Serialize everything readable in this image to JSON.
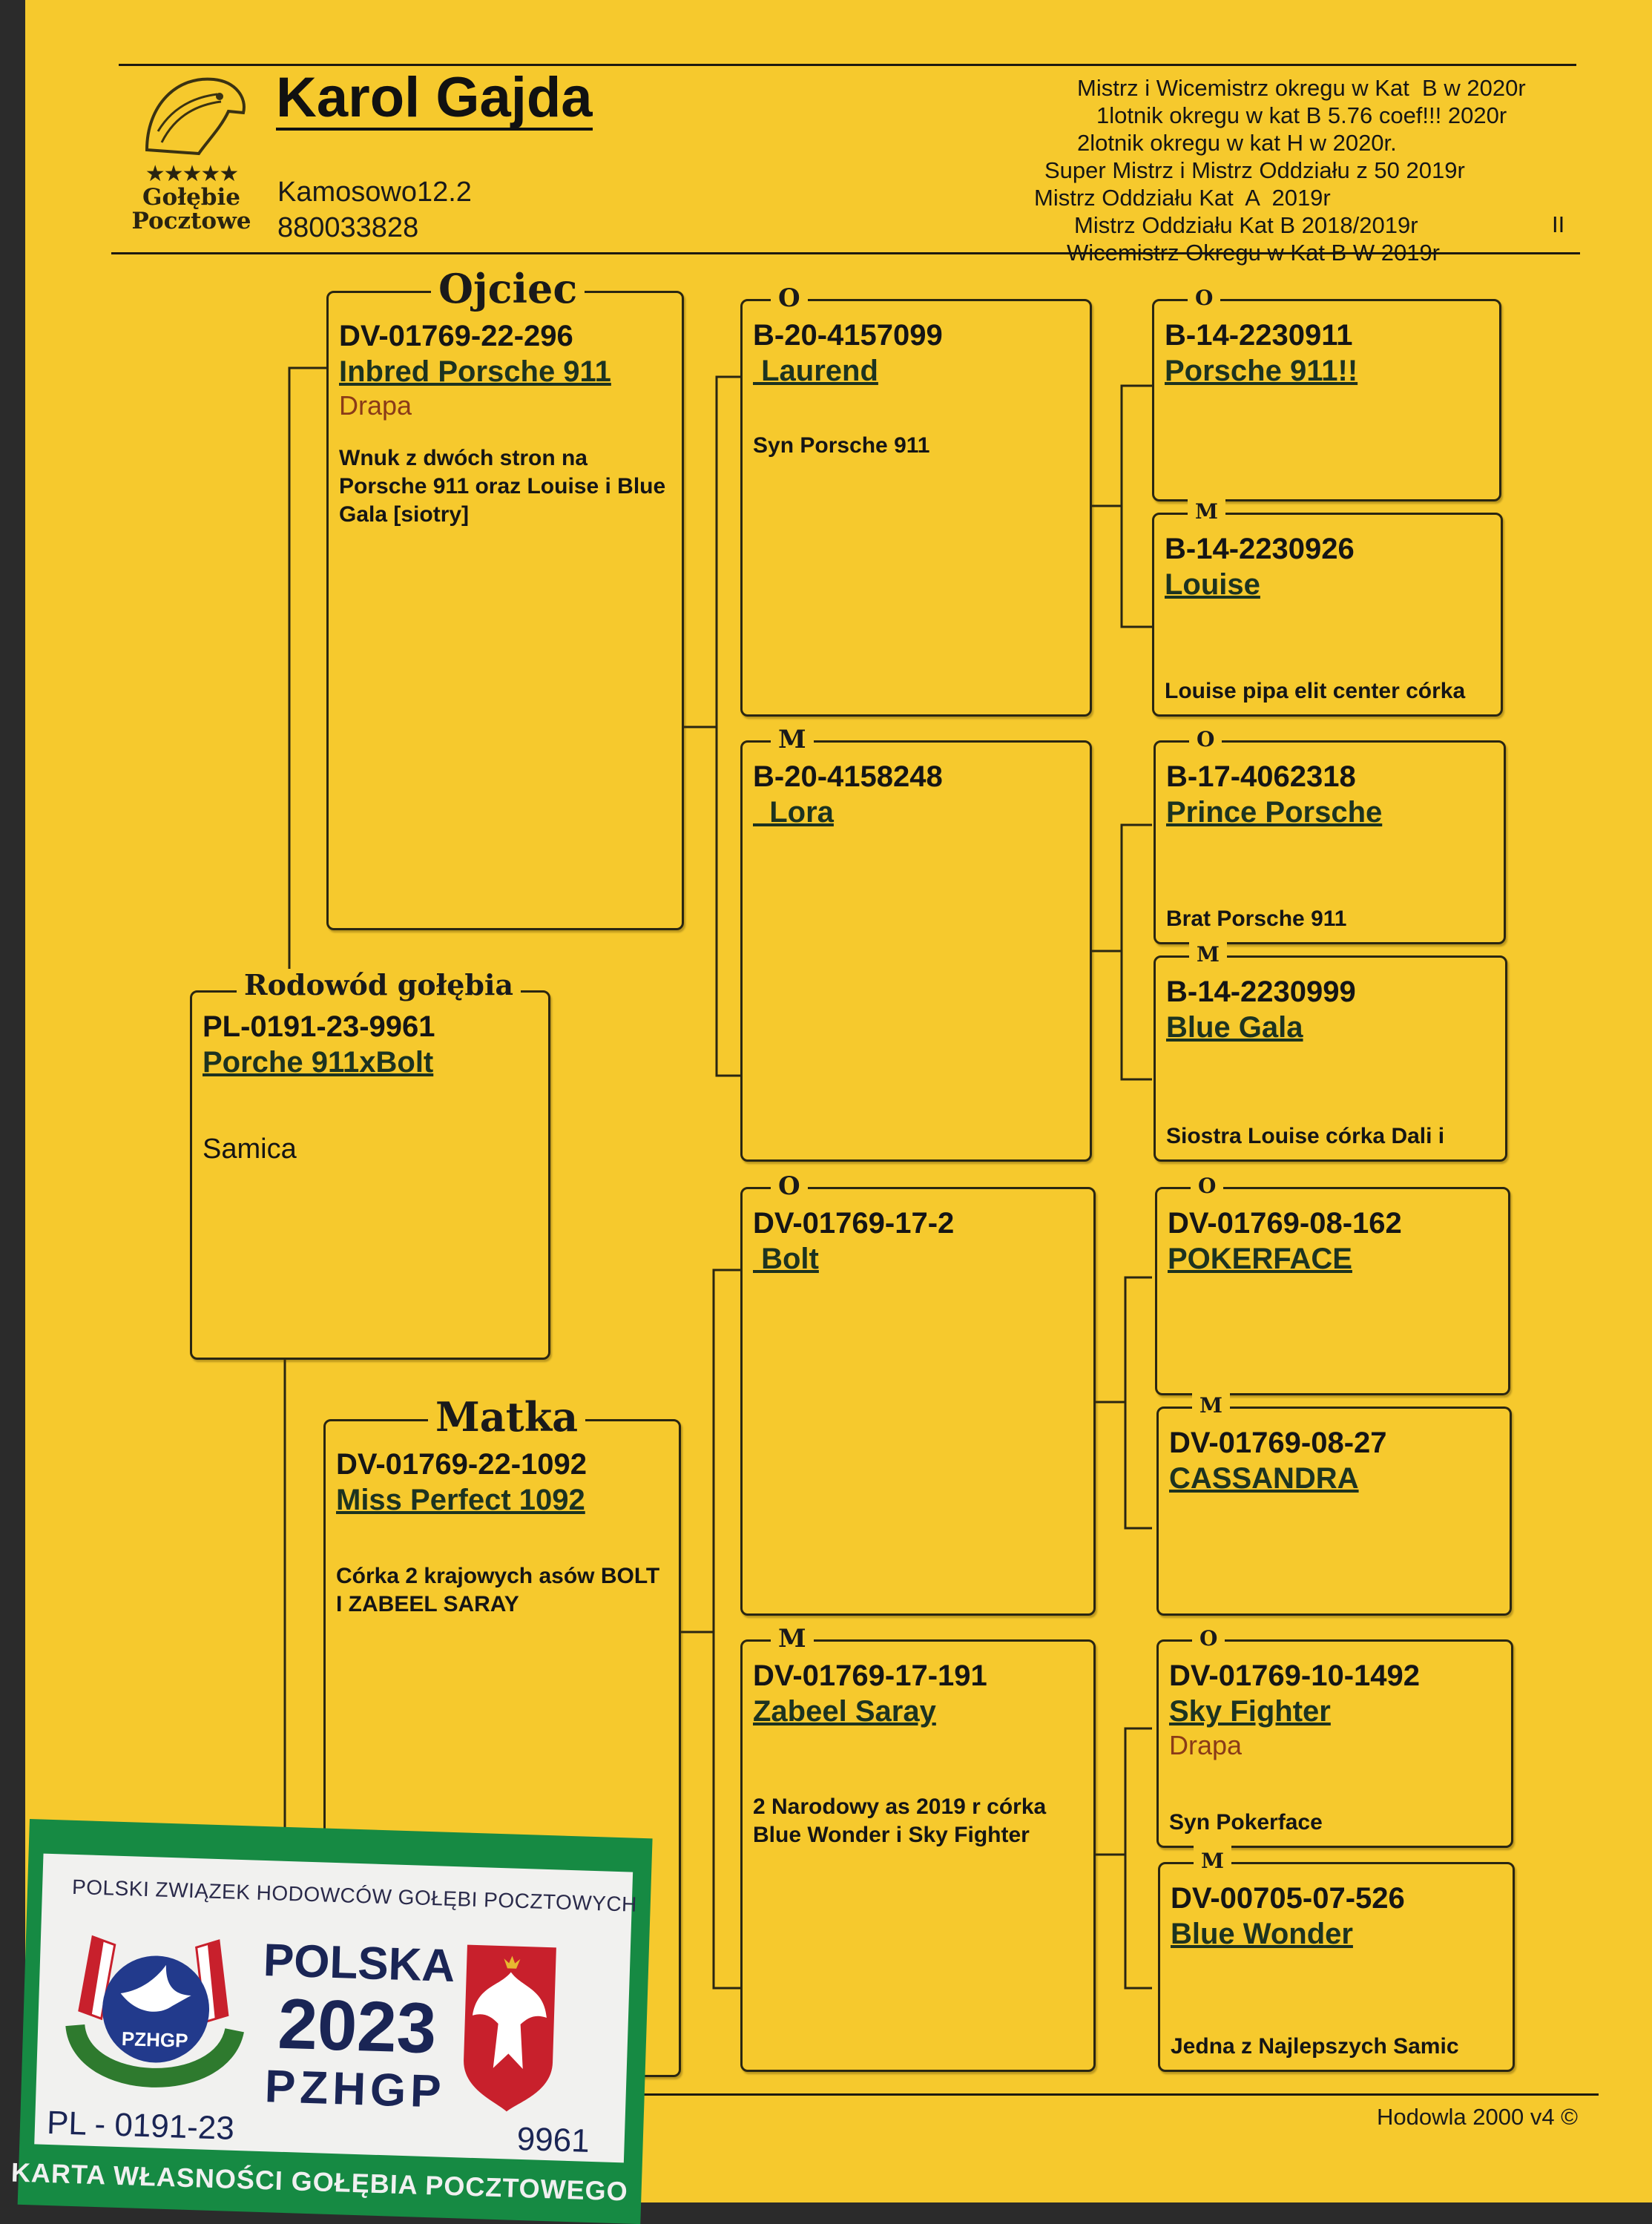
{
  "header": {
    "breeder_name": "Karol Gajda",
    "address": "Kamosowo12.2",
    "phone": "880033828",
    "logo_text": [
      "Gołębie",
      "Pocztowe"
    ],
    "logo_stars": "★★★★★",
    "achievements": [
      "Mistrz i Wicemistrz okregu w Kat  B w 2020r",
      "1lotnik okregu w kat B 5.76 coef!!! 2020r",
      "2lotnik okregu w kat H w 2020r.",
      "Super Mistrz i Mistrz Oddziału z 50 2019r",
      "Mistrz Oddziału Kat  A  2019r",
      "Mistrz Oddziału Kat B 2018/2019r",
      "Wicemistrz Okregu w Kat B W 2019r"
    ],
    "mark": "II"
  },
  "pedigree": {
    "root": {
      "label": "Rodowód gołębia",
      "ring": "PL-0191-23-9961",
      "name": "Porche 911xBolt",
      "note": "Samica"
    },
    "father": {
      "label": "Ojciec",
      "ring": "DV-01769-22-296",
      "name": "Inbred Porsche 911",
      "color": "Drapa",
      "note": "Wnuk z dwóch stron na Porsche 911 oraz Louise i Blue Gala [siotry]"
    },
    "mother": {
      "label": "Matka",
      "ring": "DV-01769-22-1092",
      "name": "Miss Perfect 1092",
      "note": "Córka 2 krajowych asów BOLT I ZABEEL SARAY"
    },
    "ff": {
      "label": "O",
      "ring": "B-20-4157099",
      "name": " Laurend",
      "note": "Syn Porsche 911"
    },
    "fm": {
      "label": "M",
      "ring": "B-20-4158248",
      "name": "  Lora",
      "note": ""
    },
    "mf": {
      "label": "O",
      "ring": "DV-01769-17-2",
      "name": " Bolt",
      "note": ""
    },
    "mm": {
      "label": "M",
      "ring": "DV-01769-17-191",
      "name": "Zabeel Saray",
      "note": "2 Narodowy as 2019 r  córka Blue Wonder i Sky Fighter"
    },
    "fff": {
      "label": "O",
      "ring": "B-14-2230911",
      "name": "Porsche 911!!",
      "note": ""
    },
    "ffm": {
      "label": "M",
      "ring": "B-14-2230926",
      "name": "Louise",
      "note": "Louise pipa elit center córka"
    },
    "fmf": {
      "label": "O",
      "ring": "B-17-4062318",
      "name": "Prince Porsche",
      "note": "Brat Porsche 911"
    },
    "fmm": {
      "label": "M",
      "ring": "B-14-2230999",
      "name": "Blue Gala",
      "note": "Siostra Louise córka Dali i"
    },
    "mff": {
      "label": "O",
      "ring": "DV-01769-08-162",
      "name": "POKERFACE",
      "note": ""
    },
    "mfm": {
      "label": "M",
      "ring": "DV-01769-08-27",
      "name": "CASSANDRA",
      "note": ""
    },
    "mmf": {
      "label": "O",
      "ring": "DV-01769-10-1492",
      "name": "Sky Fighter",
      "color": "Drapa",
      "note": "Syn Pokerface"
    },
    "mmm": {
      "label": "M",
      "ring": "DV-00705-07-526",
      "name": "Blue Wonder",
      "note": "Jedna z Najlepszych Samic"
    }
  },
  "footer": {
    "software": "Hodowla 2000 v4 ©"
  },
  "card": {
    "org": "POLSKI ZWIĄZEK HODOWCÓW GOŁĘBI POCZTOWYCH",
    "country": "POLSKA",
    "year": "2023",
    "union": "PZHGP",
    "emblem_text": "PZHGP",
    "ring_prefix": "PL - 0191-23",
    "ring_number": "9961",
    "title": "KARTA  WŁASNOŚCI GOŁĘBIA POCZTOWEGO"
  },
  "colors": {
    "paper": "#f6c92d",
    "card_green": "#168a43",
    "card_blue": "#1a2555",
    "flag_red": "#c8202c"
  }
}
